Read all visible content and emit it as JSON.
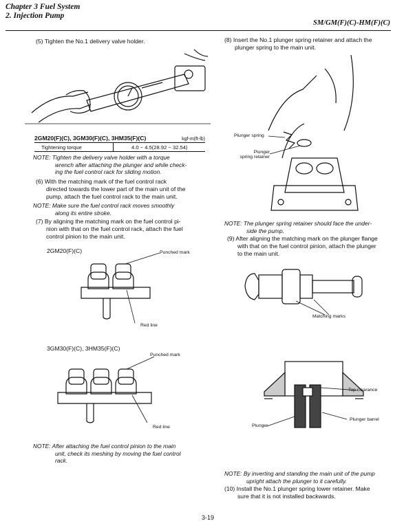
{
  "header": {
    "chapter": "Chapter 3 Fuel System",
    "section": "2. Injection Pump",
    "models": "SM/GM(F)(C)-HM(F)(C)"
  },
  "left": {
    "step5": "(5) Tighten the No.1 delivery valve holder.",
    "spec": {
      "models": "2GM20(F)(C), 3GM30(F)(C), 3HM35(F)(C)",
      "unit": "kgf-m(ft-lb)",
      "label": "Tightening torque",
      "value": "4.0 ~ 4.5(28.92 ~ 32.54)"
    },
    "note1_lead": "NOTE:",
    "note1_l1": "Tighten the delivery valve holder with a torque",
    "note1_l2": "wrench after attaching the plunger and while check-",
    "note1_l3": "ing the fuel control rack for sliding motion.",
    "step6_l1": "(6) With the matching mark of the fuel control rack",
    "step6_l2": "directed towards the lower part of the main unit of the",
    "step6_l3": "pump, attach the fuel control rack to the main unit.",
    "note2_lead": "NOTE:",
    "note2_l1": "Make sure the fuel control rack moves smoothly",
    "note2_l2": "along its entire stroke.",
    "step7_l1": "(7) By aligning the matching mark on the fuel control pi-",
    "step7_l2": "nion with that on the fuel control rack, attach the fuel",
    "step7_l3": "control pinion to the main unit.",
    "fig2_model": "2GM20(F)(C)",
    "fig2_punched": "Punched mark",
    "fig2_red": "Red line",
    "fig3_model": "3GM30(F)(C), 3HM35(F)(C)",
    "fig3_punched": "Punched mark",
    "fig3_red": "Red line",
    "note3_lead": "NOTE:",
    "note3_l1": "After attaching the fuel control pinion to the main",
    "note3_l2": "unit, check its meshing by moving the fuel control",
    "note3_l3": "rack."
  },
  "right": {
    "step8_l1": "(8) Insert the No.1 plunger spring retainer and attach the",
    "step8_l2": "plunger spring to the main unit.",
    "fig_spring": "Plunger spring",
    "fig_retainer_l1": "Plunger",
    "fig_retainer_l2": "spring retainer",
    "note4_lead": "NOTE:",
    "note4_l1": "The plunger spring retainer should face the under-",
    "note4_l2": "side the pump.",
    "step9_l1": "(9) After aligning the matching mark on the plunger flange",
    "step9_l2": "with that on the fuel control pinion, attach the plunger",
    "step9_l3": "to the main unit.",
    "fig_matching": "Matching marks",
    "fig_top_clearance": "Top clearance",
    "fig_barrel": "Plunger barrel",
    "fig_plunger": "Plunger",
    "note5_lead": "NOTE:",
    "note5_l1": "By inverting and standing the main unit of the pump",
    "note5_l2": "upright attach the plunger to it carefully.",
    "step10_l1": "(10) Install the No.1 plunger spring lower retainer. Make",
    "step10_l2": "sure that it is not installed backwards."
  },
  "footer": {
    "page": "3-19"
  }
}
